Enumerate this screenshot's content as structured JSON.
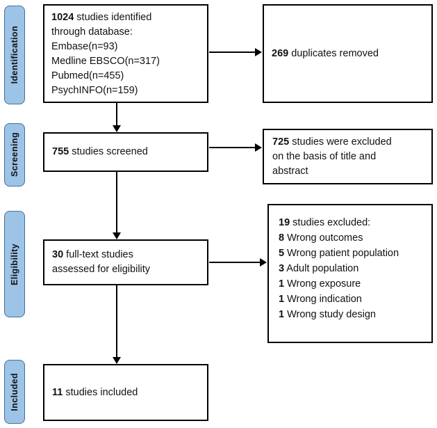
{
  "colors": {
    "stage_fill": "#9dc3e6",
    "stage_border": "#41719c",
    "box_border": "#000000",
    "background": "#ffffff"
  },
  "stages": [
    {
      "label": "Identification"
    },
    {
      "label": "Screening"
    },
    {
      "label": "Eligibility"
    },
    {
      "label": "Included"
    }
  ],
  "boxes": {
    "identified": {
      "lines": [
        {
          "num": "1024",
          "rest": " studies identified"
        },
        {
          "num": "",
          "rest": "through database:"
        },
        {
          "num": "",
          "rest": "Embase(n=93)"
        },
        {
          "num": "",
          "rest": "Medline EBSCO(n=317)"
        },
        {
          "num": "",
          "rest": "Pubmed(n=455)"
        },
        {
          "num": "",
          "rest": "PsychINFO(n=159)"
        }
      ]
    },
    "duplicates": {
      "num": "269",
      "rest": " duplicates removed"
    },
    "screened": {
      "num": "755",
      "rest": " studies screened"
    },
    "title_abstract_excluded": {
      "lines": [
        {
          "num": "725",
          "rest": " studies were excluded"
        },
        {
          "num": "",
          "rest": "on the basis of title and"
        },
        {
          "num": "",
          "rest": "abstract"
        }
      ]
    },
    "fulltext": {
      "lines": [
        {
          "num": "30",
          "rest": " full-text studies"
        },
        {
          "num": "",
          "rest": "assessed for eligibility"
        }
      ]
    },
    "excluded": {
      "lines": [
        {
          "num": "19",
          "rest": " studies excluded:"
        },
        {
          "num": "8",
          "rest": " Wrong outcomes"
        },
        {
          "num": "5",
          "rest": " Wrong patient population"
        },
        {
          "num": "3",
          "rest": " Adult population"
        },
        {
          "num": "1",
          "rest": " Wrong exposure"
        },
        {
          "num": "1",
          "rest": " Wrong indication"
        },
        {
          "num": "1",
          "rest": " Wrong study design"
        }
      ]
    },
    "included": {
      "num": "11",
      "rest": " studies included"
    }
  }
}
